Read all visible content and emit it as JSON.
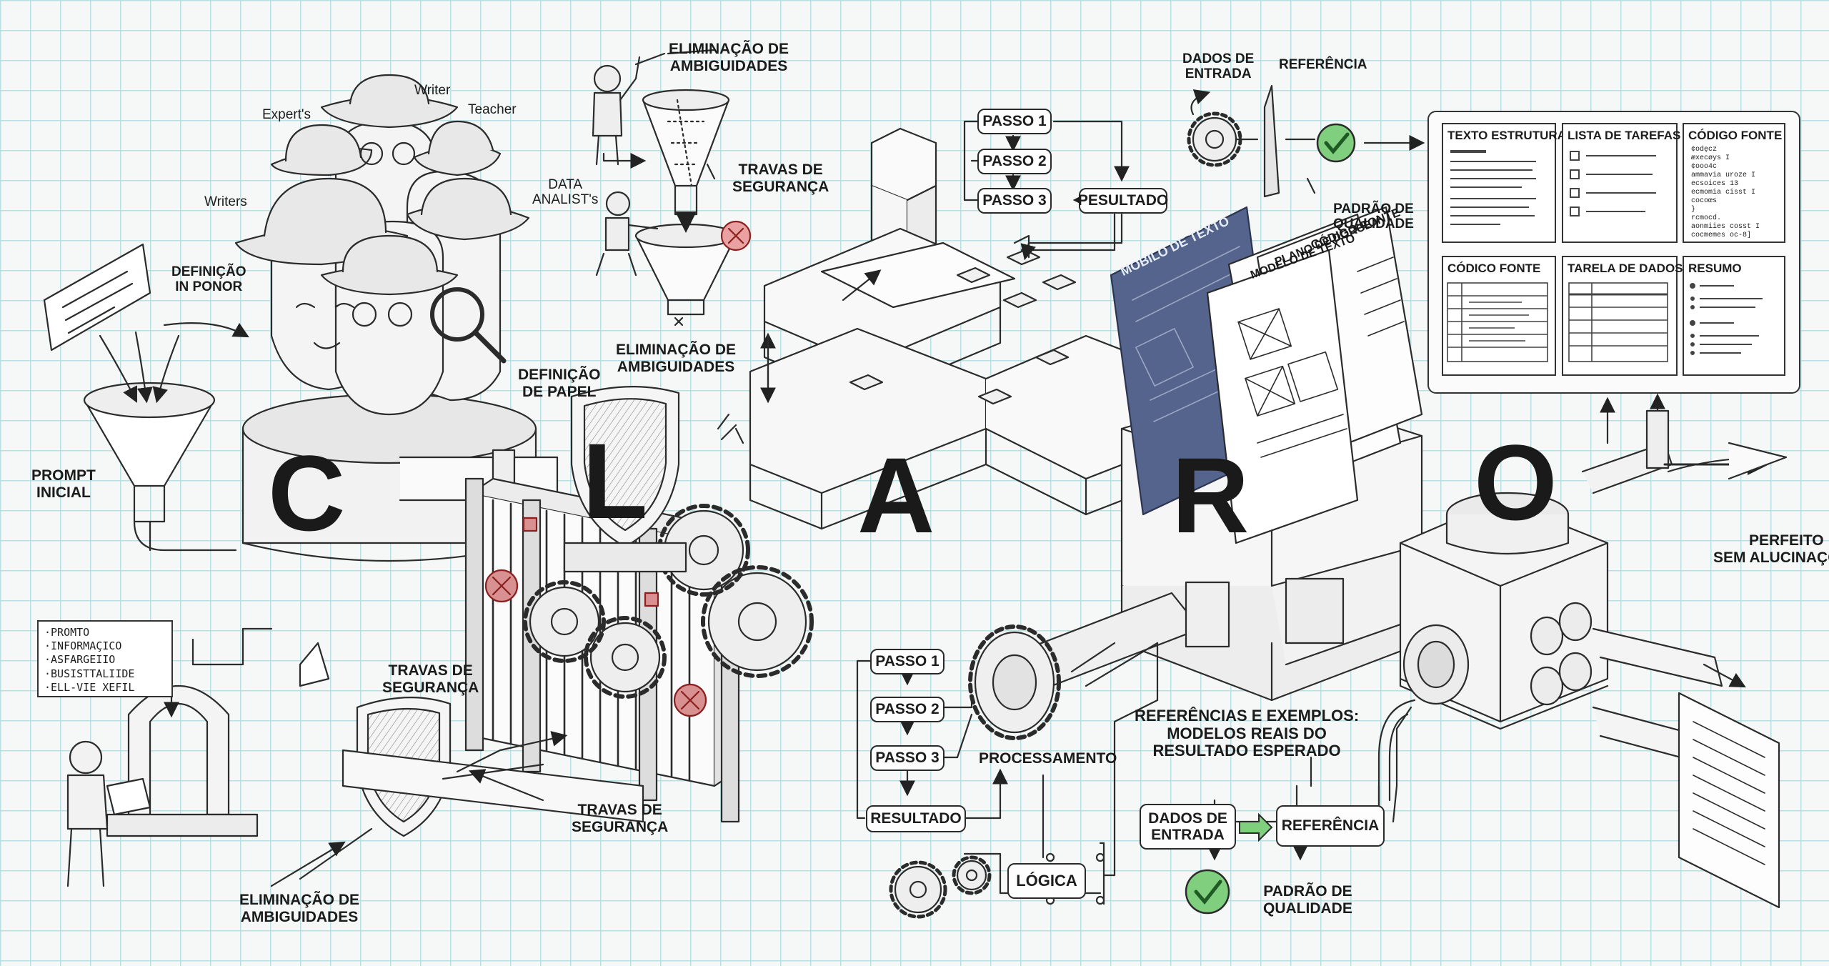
{
  "acronym": [
    "C",
    "L",
    "A",
    "R",
    "O"
  ],
  "hats": {
    "experts": "Expert's",
    "writer": "Writer",
    "teacher": "Teacher",
    "data_analist": "DATA\nANALIST's",
    "writers": "Writers"
  },
  "labels": {
    "definicao_ponor": "DEFINIÇÃO\nIN PONOR",
    "prompt_inicial": "PROMPT\nINICIAL",
    "definicao_papel": "DEFINIÇÃO\nDE PAPEL",
    "elim_top": "ELIMINAÇÃO DE\nAMBIGUIDADES",
    "travas_top": "TRAVAS DE\nSEGURANÇA",
    "elim_mid": "ELIMINAÇÃO DE\nAMBIGUIDADES",
    "travas_left": "TRAVAS DE\nSEGURANÇA",
    "travas_bottom": "TRAVAS DE\nSEGURANÇA",
    "elim_bottom": "ELIMINAÇÃO DE\nAMBIGUIDADES",
    "dados_entrada_top": "DADOS DE\nENTRADA",
    "referencia_top": "REFERÊNCIA",
    "padrao_top": "PADRÃO DE\nQUALIDADE",
    "processamento": "PROCESSAMENTO",
    "refs_exemplos": "REFERÊNCIAS E EXEMPLOS:\nMODELOS REAIS DO\nRESULTADO ESPERADO",
    "perfeito": "PERFEITO\nSEM ALUCINAÇÕES",
    "padrao_bottom": "PADRÃO DE\nQUALIDADE"
  },
  "steps_top": {
    "p1": "PASSO 1",
    "p2": "PASSO 2",
    "p3": "PASSO 3",
    "result": "PESULTADO"
  },
  "steps_bottom": {
    "p1": "PASSO 1",
    "p2": "PASSO 2",
    "p3": "PASSO 3",
    "result": "RESULTADO"
  },
  "logic": "LÓGICA",
  "flow_bottom": {
    "dados": "DADOS DE\nENTRADA",
    "ref": "REFERÊNCIA"
  },
  "docs": {
    "blue": "MOBILO DE TEXTO",
    "modelo": "MODELO DE TEXTO",
    "plano": "PLANO DE DORCE",
    "codigo": "CÓDIGO-FONTE"
  },
  "note_lines": [
    "·PROMTO",
    "·INFORMAÇICO",
    "·ASFARGEIIO",
    "·BUSISTTALIIDE",
    "·ELL-VIE XEFIL"
  ],
  "panels": [
    {
      "title": "TEXTO ESTRUTURADO"
    },
    {
      "title": "LISTA DE TAREFAS"
    },
    {
      "title": "CÓDIGO FONTE",
      "lines": [
        "¢odȩcz",
        "  æxecøys I",
        "  ¢ooo4c",
        "    ammavia uroze I",
        "    ecsoices 13",
        "    ecmomia cisst I",
        "    cocoœs",
        "  }",
        "  rcmocd.",
        "    aonmiies cosst I",
        "    cocmemes oc-8]"
      ]
    },
    {
      "title": "CÓDICO FONTE"
    },
    {
      "title": "TARELA DE DADOS"
    },
    {
      "title": "RESUMO"
    }
  ],
  "colors": {
    "accent_green": "#7fcf7f",
    "check_green": "#4fa85a",
    "reject_red": "#c9494a",
    "doc_blue": "#55648c",
    "grid": "#b9e0e4"
  }
}
